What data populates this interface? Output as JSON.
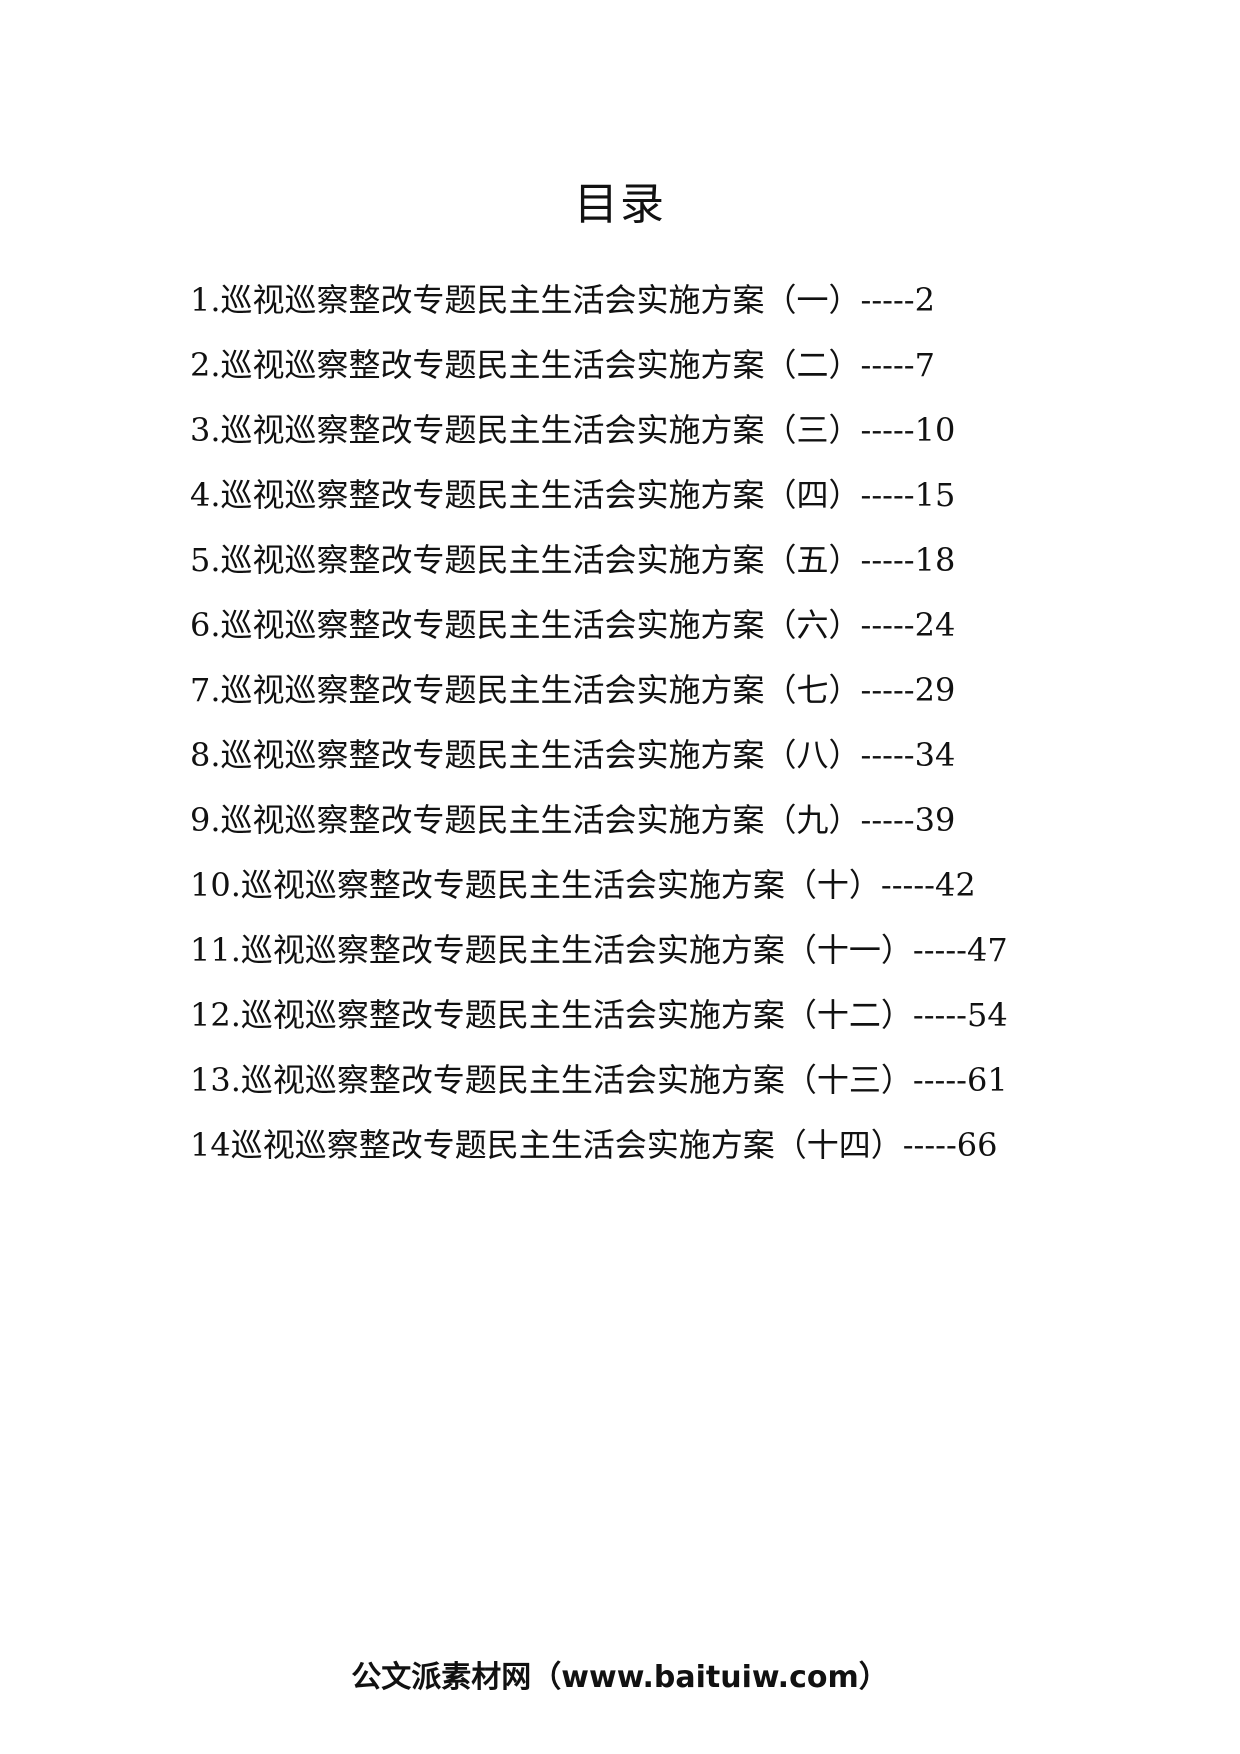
{
  "document": {
    "title": "目录",
    "toc": [
      {
        "text": "1.巡视巡察整改专题民主生活会实施方案（一）-----2"
      },
      {
        "text": "2.巡视巡察整改专题民主生活会实施方案（二）-----7"
      },
      {
        "text": "3.巡视巡察整改专题民主生活会实施方案（三）-----10"
      },
      {
        "text": "4.巡视巡察整改专题民主生活会实施方案（四）-----15"
      },
      {
        "text": "5.巡视巡察整改专题民主生活会实施方案（五）-----18"
      },
      {
        "text": "6.巡视巡察整改专题民主生活会实施方案（六）-----24"
      },
      {
        "text": "7.巡视巡察整改专题民主生活会实施方案（七）-----29"
      },
      {
        "text": "8.巡视巡察整改专题民主生活会实施方案（八）-----34"
      },
      {
        "text": "9.巡视巡察整改专题民主生活会实施方案（九）-----39"
      },
      {
        "text": "10.巡视巡察整改专题民主生活会实施方案（十）-----42"
      },
      {
        "text": "11.巡视巡察整改专题民主生活会实施方案（十一）-----47"
      },
      {
        "text": "12.巡视巡察整改专题民主生活会实施方案（十二）-----54"
      },
      {
        "text": "13.巡视巡察整改专题民主生活会实施方案（十三）-----61"
      },
      {
        "text": "14巡视巡察整改专题民主生活会实施方案（十四）-----66"
      }
    ],
    "footer": "公文派素材网（www.baituiw.com）"
  }
}
